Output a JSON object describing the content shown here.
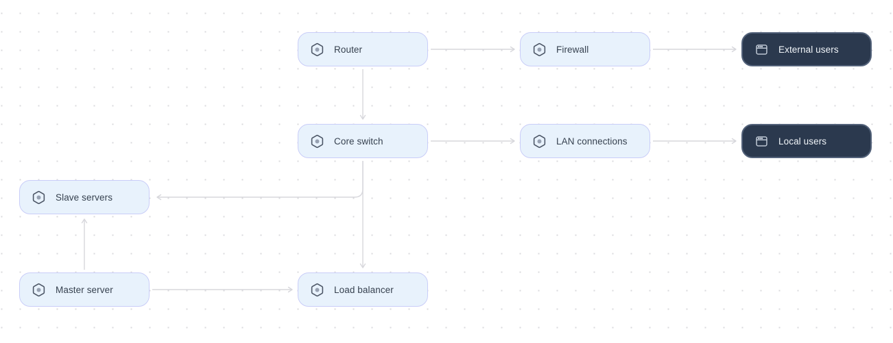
{
  "diagram": {
    "nodes": [
      {
        "id": "router",
        "label": "Router",
        "icon": "hexagon-node-icon",
        "variant": "light"
      },
      {
        "id": "firewall",
        "label": "Firewall",
        "icon": "hexagon-node-icon",
        "variant": "light"
      },
      {
        "id": "external-users",
        "label": "External users",
        "icon": "browser-window-icon",
        "variant": "dark"
      },
      {
        "id": "core-switch",
        "label": "Core switch",
        "icon": "hexagon-node-icon",
        "variant": "light"
      },
      {
        "id": "lan-connections",
        "label": "LAN connections",
        "icon": "hexagon-node-icon",
        "variant": "light"
      },
      {
        "id": "local-users",
        "label": "Local users",
        "icon": "browser-window-icon",
        "variant": "dark"
      },
      {
        "id": "slave-servers",
        "label": "Slave servers",
        "icon": "hexagon-node-icon",
        "variant": "light"
      },
      {
        "id": "master-server",
        "label": "Master server",
        "icon": "hexagon-node-icon",
        "variant": "light"
      },
      {
        "id": "load-balancer",
        "label": "Load balancer",
        "icon": "hexagon-node-icon",
        "variant": "light"
      }
    ],
    "edges": [
      {
        "from": "router",
        "to": "firewall"
      },
      {
        "from": "firewall",
        "to": "external-users"
      },
      {
        "from": "router",
        "to": "core-switch"
      },
      {
        "from": "core-switch",
        "to": "lan-connections"
      },
      {
        "from": "lan-connections",
        "to": "local-users"
      },
      {
        "from": "core-switch",
        "to": "load-balancer"
      },
      {
        "from": "core-switch",
        "to": "slave-servers"
      },
      {
        "from": "master-server",
        "to": "slave-servers"
      },
      {
        "from": "master-server",
        "to": "load-balancer"
      }
    ],
    "colors": {
      "canvas_bg": "#ffffff",
      "dot_color": "#d9d9dd",
      "light_node_fill": "#e8f2fc",
      "light_node_border": "#c9cdf8",
      "dark_node_fill": "#2b394e",
      "dark_node_border": "#53627a",
      "label_dark": "#36414f",
      "label_light": "#f1f5f9",
      "edge_color": "#d7d7dc",
      "icon_stroke": "#4c5666",
      "icon_dot_fill": "#97a1b2",
      "dark_icon_stroke": "#c9d2de"
    }
  }
}
